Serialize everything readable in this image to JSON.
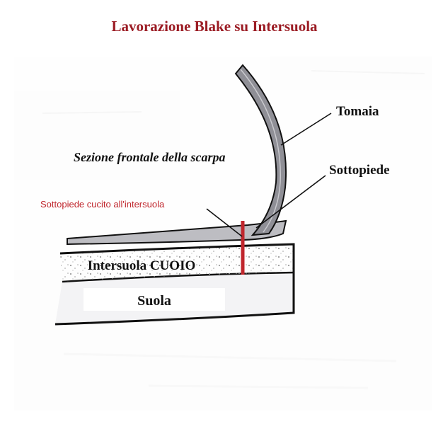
{
  "title": "Lavorazione Blake su Intersuola",
  "section_label": "Sezione frontale della scarpa",
  "labels": {
    "tomaia": "Tomaia",
    "sottopiede": "Sottopiede",
    "stitch": "Sottopiede cucito all'intersuola",
    "intersuola": "Intersuola CUOIO",
    "suola": "Suola"
  },
  "colors": {
    "title": "#9b1c24",
    "stitch": "#c0262d",
    "upper_fill": "#8f8f96",
    "outline": "#111111"
  }
}
